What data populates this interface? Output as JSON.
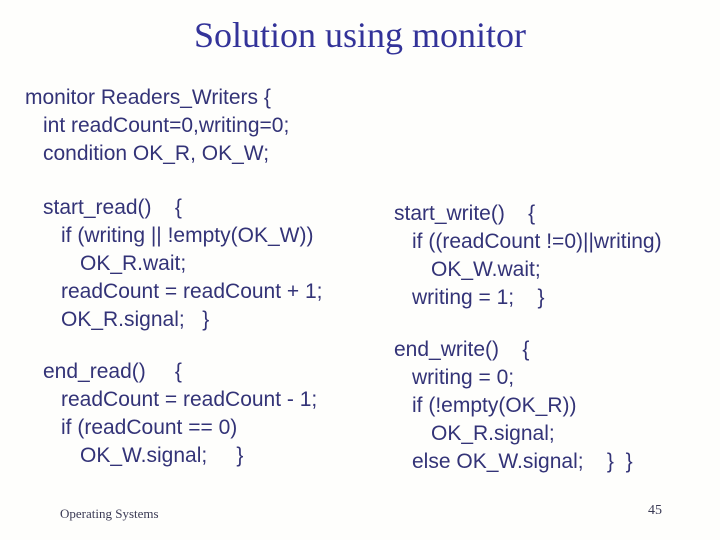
{
  "title": "Solution using monitor",
  "declaration": {
    "lines": [
      "monitor Readers_Writers {",
      "int readCount=0,writing=0;",
      "condition OK_R, OK_W;"
    ]
  },
  "start_read": {
    "lines": [
      "start_read()    {",
      "if (writing || !empty(OK_W))",
      "OK_R.wait;",
      "readCount = readCount + 1;",
      "OK_R.signal;   }"
    ]
  },
  "end_read": {
    "lines": [
      "end_read()     {",
      "readCount = readCount - 1;",
      "if (readCount == 0)",
      "OK_W.signal;     }"
    ]
  },
  "start_write": {
    "lines": [
      "start_write()    {",
      "if ((readCount !=0)||writing)",
      "OK_W.wait;",
      "writing = 1;    }"
    ]
  },
  "end_write": {
    "lines": [
      "end_write()    {",
      "writing = 0;",
      "if (!empty(OK_R))",
      "OK_R.signal;",
      "else OK_W.signal;    }  }"
    ]
  },
  "footer": {
    "left": "Operating Systems",
    "page_number": "45"
  },
  "colors": {
    "title_text": "#333399",
    "body_text": "#333377",
    "footer_text": "#3a3a54",
    "background": "#fefefc"
  }
}
